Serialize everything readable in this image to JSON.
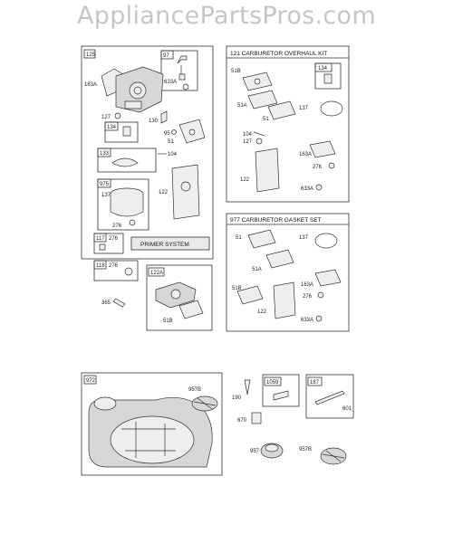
{
  "watermark": "AppliancePartsPros.com",
  "sections": {
    "carb_assembly": {
      "box_label": "125",
      "parts": [
        "97",
        "633A",
        "163A",
        "127",
        "130",
        "134",
        "95",
        "51",
        "133",
        "104",
        "975",
        "137",
        "122",
        "276",
        "117",
        "276"
      ],
      "banner": "PRIMER SYSTEM"
    },
    "misc": {
      "box_118": "118",
      "box_118_276": "276",
      "box_122a": "122A",
      "part_51b": "51B",
      "part_365": "365"
    },
    "overhaul_kit": {
      "title": "121 CARBURETOR OVERHAUL KIT",
      "parts": [
        "51B",
        "134",
        "51A",
        "51",
        "137",
        "104",
        "127",
        "163A",
        "276",
        "122",
        "633A"
      ]
    },
    "gasket_set": {
      "title": "977 CARBURETOR GASKET SET",
      "parts": [
        "51",
        "137",
        "51A",
        "51B",
        "163A",
        "276",
        "122",
        "633A"
      ]
    },
    "blower": {
      "box_label": "972",
      "part_957b": "957B"
    },
    "small_parts": {
      "parts": [
        "190",
        "670",
        "1059",
        "187",
        "601",
        "957",
        "957B"
      ]
    }
  }
}
